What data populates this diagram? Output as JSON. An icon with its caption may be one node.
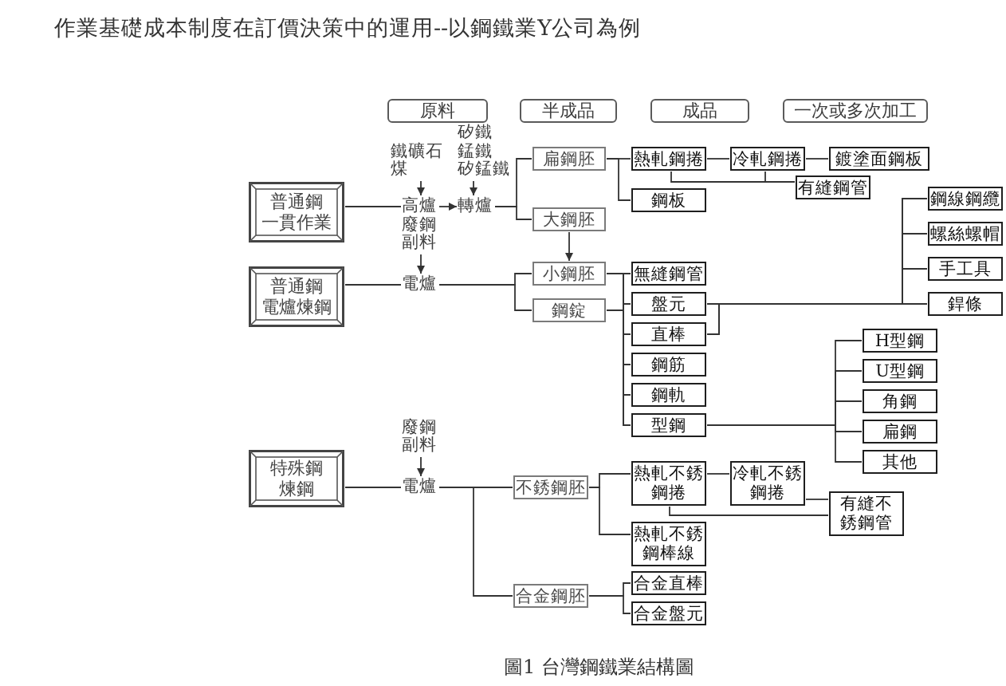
{
  "diagram": {
    "title": "作業基礎成本制度在訂價決策中的運用--以鋼鐵業Y公司為例",
    "caption": "圖1 台灣鋼鐵業結構圖",
    "nodes": [
      {
        "text": [
          "原料"
        ]
      },
      {
        "text": [
          "半成品"
        ]
      },
      {
        "text": [
          "成品"
        ]
      },
      {
        "text": [
          "一次或多次加工"
        ]
      },
      {
        "text": [
          "矽鐵",
          "錳鐵",
          "矽錳鐵"
        ]
      },
      {
        "text": [
          "扁鋼胚"
        ]
      },
      {
        "text": [
          "熱軋鋼捲"
        ]
      },
      {
        "text": [
          "冷軋鋼捲"
        ]
      },
      {
        "text": [
          "鍍塗面鋼板"
        ]
      },
      {
        "text": [
          "鐵礦石",
          "煤"
        ]
      },
      {
        "text": [
          "有縫鋼管"
        ]
      },
      {
        "text": [
          "普通鋼",
          "一貫作業"
        ]
      },
      {
        "text": [
          "高爐"
        ]
      },
      {
        "text": [
          "轉爐"
        ]
      },
      {
        "text": [
          "鋼板"
        ]
      },
      {
        "text": [
          "鋼線鋼纜"
        ]
      },
      {
        "text": [
          "大鋼胚"
        ]
      },
      {
        "text": [
          "廢鋼",
          "副料"
        ]
      },
      {
        "text": [
          "螺絲螺帽"
        ]
      },
      {
        "text": [
          "小鋼胚"
        ]
      },
      {
        "text": [
          "無縫鋼管"
        ]
      },
      {
        "text": [
          "手工具"
        ]
      },
      {
        "text": [
          "普通鋼",
          "電爐煉鋼"
        ]
      },
      {
        "text": [
          "電爐"
        ]
      },
      {
        "text": [
          "盤元"
        ]
      },
      {
        "text": [
          "銲條"
        ]
      },
      {
        "text": [
          "鋼錠"
        ]
      },
      {
        "text": [
          "直棒"
        ]
      },
      {
        "text": [
          "H型鋼"
        ]
      },
      {
        "text": [
          "鋼筋"
        ]
      },
      {
        "text": [
          "U型鋼"
        ]
      },
      {
        "text": [
          "鋼軌"
        ]
      },
      {
        "text": [
          "角鋼"
        ]
      },
      {
        "text": [
          "廢鋼",
          "副料"
        ]
      },
      {
        "text": [
          "型鋼"
        ]
      },
      {
        "text": [
          "扁鋼"
        ]
      },
      {
        "text": [
          "熱軋不銹鋼捲"
        ]
      },
      {
        "text": [
          "冷軋不銹鋼捲"
        ]
      },
      {
        "text": [
          "其他"
        ]
      },
      {
        "text": [
          "特殊鋼",
          "煉鋼"
        ]
      },
      {
        "text": [
          "電爐"
        ]
      },
      {
        "text": [
          "不銹鋼胚"
        ]
      },
      {
        "text": [
          "有縫不銹鋼管"
        ]
      },
      {
        "text": [
          "熱軋不銹鋼棒線"
        ]
      },
      {
        "text": [
          "合金直棒"
        ]
      },
      {
        "text": [
          "合金鋼胚"
        ]
      },
      {
        "text": [
          "合金盤元"
        ]
      }
    ],
    "edges": [
      {
        "from": 11,
        "to": 12,
        "arrow": "none"
      },
      {
        "from": 9,
        "to": 12,
        "arrow": "to"
      },
      {
        "from": 12,
        "to": 13,
        "arrow": "to"
      },
      {
        "from": 4,
        "to": 13,
        "arrow": "to"
      },
      {
        "from": 13,
        "to": 5,
        "arrow": "none"
      },
      {
        "from": 13,
        "to": 16,
        "arrow": "none"
      },
      {
        "from": 5,
        "to": 6,
        "arrow": "none"
      },
      {
        "from": 5,
        "to": 14,
        "arrow": "none"
      },
      {
        "from": 6,
        "to": 7,
        "arrow": "none"
      },
      {
        "from": 7,
        "to": 8,
        "arrow": "none"
      },
      {
        "from": 6,
        "to": 10,
        "arrow": "none"
      },
      {
        "from": 7,
        "to": 10,
        "arrow": "none"
      },
      {
        "from": 16,
        "to": 19,
        "arrow": "to"
      },
      {
        "from": 22,
        "to": 23,
        "arrow": "none"
      },
      {
        "from": 17,
        "to": 23,
        "arrow": "to"
      },
      {
        "from": 23,
        "to": 19,
        "arrow": "none"
      },
      {
        "from": 23,
        "to": 26,
        "arrow": "none"
      },
      {
        "from": 19,
        "to": 20,
        "arrow": "none"
      },
      {
        "from": 19,
        "to": 24,
        "arrow": "none"
      },
      {
        "from": 19,
        "to": 27,
        "arrow": "none"
      },
      {
        "from": 19,
        "to": 29,
        "arrow": "none"
      },
      {
        "from": 19,
        "to": 31,
        "arrow": "none"
      },
      {
        "from": 19,
        "to": 34,
        "arrow": "none"
      },
      {
        "from": 26,
        "to": 20,
        "arrow": "none"
      },
      {
        "from": 26,
        "to": 24,
        "arrow": "none"
      },
      {
        "from": 26,
        "to": 27,
        "arrow": "none"
      },
      {
        "from": 26,
        "to": 29,
        "arrow": "none"
      },
      {
        "from": 26,
        "to": 31,
        "arrow": "none"
      },
      {
        "from": 26,
        "to": 34,
        "arrow": "none"
      },
      {
        "from": 24,
        "to": 15,
        "arrow": "none"
      },
      {
        "from": 24,
        "to": 18,
        "arrow": "none"
      },
      {
        "from": 24,
        "to": 21,
        "arrow": "none"
      },
      {
        "from": 24,
        "to": 25,
        "arrow": "none"
      },
      {
        "from": 27,
        "to": 15,
        "arrow": "none"
      },
      {
        "from": 27,
        "to": 18,
        "arrow": "none"
      },
      {
        "from": 27,
        "to": 21,
        "arrow": "none"
      },
      {
        "from": 27,
        "to": 25,
        "arrow": "none"
      },
      {
        "from": 34,
        "to": 28,
        "arrow": "none"
      },
      {
        "from": 34,
        "to": 30,
        "arrow": "none"
      },
      {
        "from": 34,
        "to": 32,
        "arrow": "none"
      },
      {
        "from": 34,
        "to": 35,
        "arrow": "none"
      },
      {
        "from": 34,
        "to": 38,
        "arrow": "none"
      },
      {
        "from": 39,
        "to": 40,
        "arrow": "none"
      },
      {
        "from": 33,
        "to": 40,
        "arrow": "to"
      },
      {
        "from": 40,
        "to": 41,
        "arrow": "none"
      },
      {
        "from": 40,
        "to": 45,
        "arrow": "none"
      },
      {
        "from": 41,
        "to": 36,
        "arrow": "none"
      },
      {
        "from": 41,
        "to": 43,
        "arrow": "none"
      },
      {
        "from": 36,
        "to": 37,
        "arrow": "none"
      },
      {
        "from": 37,
        "to": 42,
        "arrow": "none"
      },
      {
        "from": 36,
        "to": 42,
        "arrow": "none"
      },
      {
        "from": 45,
        "to": 44,
        "arrow": "none"
      },
      {
        "from": 45,
        "to": 46,
        "arrow": "none"
      }
    ]
  }
}
